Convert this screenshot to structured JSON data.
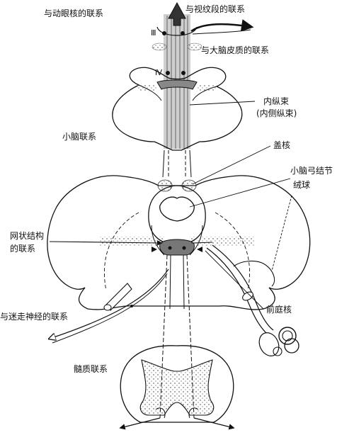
{
  "labels": {
    "oculomotor_connection": "与动眼核的联系",
    "striatum_connection": "与视纹段的联系",
    "cortex_connection": "与大脑皮质的联系",
    "mlf_line1": "内纵束",
    "mlf_line2": "(内侧纵束)",
    "cerebellar_connection": "小脑联系",
    "roof_nucleus": "盖核",
    "uvula_nodulus": "小脑弓结节",
    "flocculus": "绒球",
    "reticular_line1": "网状结构",
    "reticular_line2": "的联系",
    "vagus_connection": "与迷走神经的联系",
    "vestibular_nucleus": "前庭核",
    "spinal_connection": "髓质联系",
    "nucleus_III": "Ⅲ",
    "nucleus_IV": "Ⅳ"
  }
}
